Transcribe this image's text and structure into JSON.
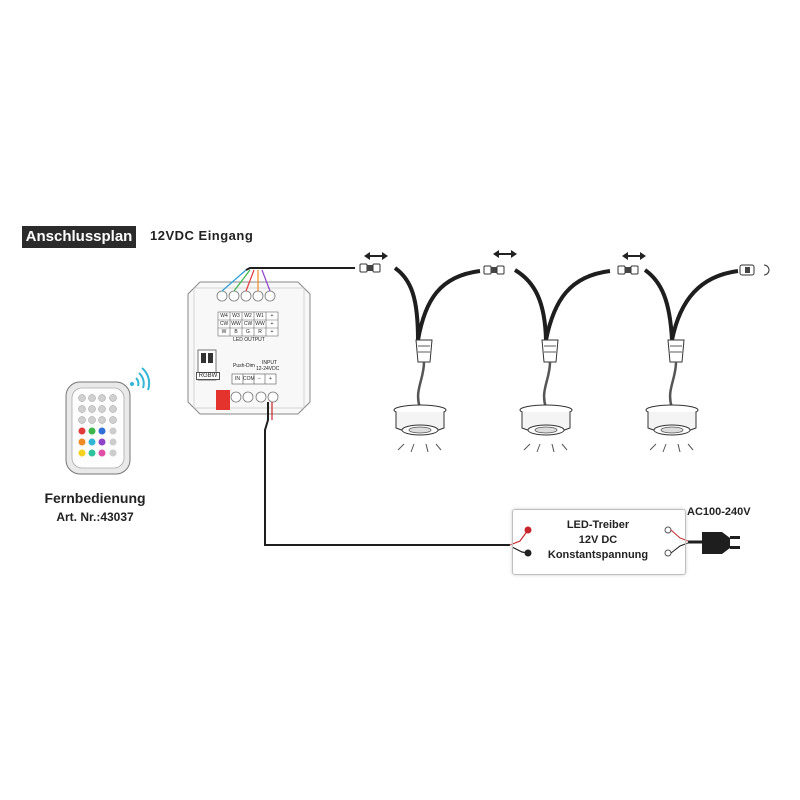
{
  "header": {
    "title": "Anschlussplan",
    "subtitle": "12VDC  Eingang"
  },
  "remote": {
    "caption": "Fernbedienung",
    "article": "Art. Nr.:43037"
  },
  "controller": {
    "mode_label": "RGBW",
    "output_label": "LED OUTPUT",
    "push_dim_label": "Push-Dim",
    "input_label": "INPUT",
    "input_voltage": "12-24VDC",
    "terminals": [
      "IN",
      "COM",
      "−",
      "+"
    ],
    "grid": [
      [
        "W4",
        "W3",
        "W2",
        "W1",
        "+"
      ],
      [
        "CW",
        "WW",
        "CW",
        "WW",
        "+"
      ],
      [
        "W",
        "B",
        "G",
        "R",
        "+"
      ]
    ]
  },
  "driver": {
    "line1": "LED-Treiber",
    "line2": "12V DC",
    "line3": "Konstantspannung"
  },
  "mains": {
    "label": "AC100-240V"
  },
  "colors": {
    "wire": "#1e1e1e",
    "wire_red": "#c8262e",
    "title_bg": "#2b2b2b",
    "signal": "#33b6d6"
  },
  "icons": [
    "wifi-signal-icon",
    "double-arrow-icon",
    "power-plug-icon",
    "downlight-icon",
    "end-cap-icon"
  ]
}
